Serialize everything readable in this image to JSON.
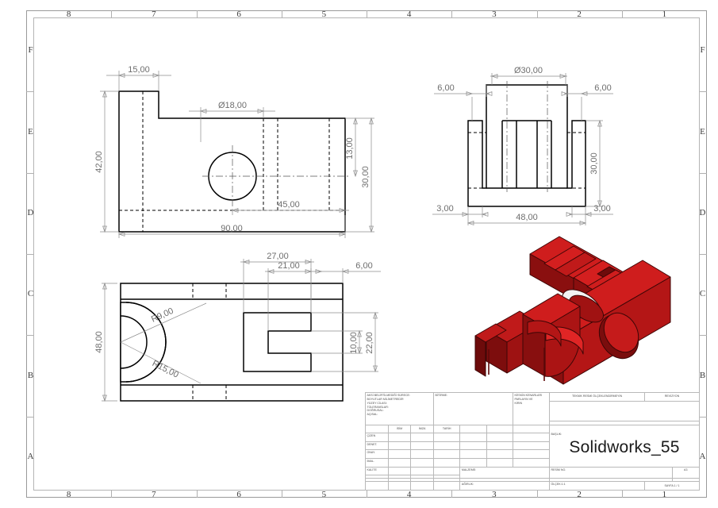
{
  "sheet": {
    "format": "A3",
    "zone_columns": [
      "8",
      "7",
      "6",
      "5",
      "4",
      "3",
      "2",
      "1"
    ],
    "zone_rows": [
      "F",
      "E",
      "D",
      "C",
      "B",
      "A"
    ]
  },
  "colors": {
    "iso_light": "#d41f1f",
    "iso_mid": "#b01414",
    "iso_dark": "#8a0f0f",
    "iso_darker": "#6d0b0b",
    "iso_edge": "#3d0606",
    "dim_gray": "#6e6e6e",
    "frame_gray": "#b0b0b0"
  },
  "views": {
    "front": {
      "name": "front-view",
      "dimensions": {
        "width_step": "15,00",
        "height_total": "42,00",
        "hole_dia": "Ø18,00",
        "slot_depth": "13,00",
        "slot_height": "30,00",
        "hole_pos": "45,00",
        "length": "90,00"
      }
    },
    "right": {
      "name": "right-side-view",
      "dimensions": {
        "bore_dia": "Ø30,00",
        "left_offset": "6,00",
        "right_offset": "6,00",
        "height": "30,00",
        "left_foot": "3,00",
        "right_foot": "3,00",
        "width": "48,00"
      }
    },
    "top": {
      "name": "top-view",
      "dimensions": {
        "width": "48,00",
        "radius_inner": "R9,00",
        "radius_outer": "R15,00",
        "slot_outer": "27,00",
        "slot_inner": "21,00",
        "edge": "6,00",
        "slot_narrow": "10,00",
        "slot_wide": "22,00"
      }
    },
    "iso": {
      "name": "isometric-view"
    }
  },
  "title_block": {
    "notes": {
      "line1": "AKSİ BELİRTİLMEDİĞİ SÜRECE:",
      "line2": "BOYUTLAR MİLİMETREDİR",
      "line3": "YÜZEY CİLASI:",
      "line4": "TOLERANSLAR:",
      "line5": "   DOĞRUSAL:",
      "line6": "   AÇISAL:"
    },
    "bitirme": "BİTİRME:",
    "sharp_edges": {
      "line1": "KESKİN KENARLARI",
      "line2": "PARLAYIN VE",
      "line3": "KIRIN"
    },
    "do_not_scale": "TEKNİK RESMİ ÖLÇEKLENDİRMEYİN",
    "revision": "REVİZYON",
    "columns": {
      "isim": "İSİM",
      "imza": "İMZA",
      "tarih": "TARİH"
    },
    "rows": {
      "cizen": "ÇİZEN",
      "denet": "DENET.",
      "onay": "ONAY.",
      "imal": "İMAL.",
      "kalite": "KALİTE"
    },
    "baslik_label": "BAŞLIK:",
    "drawing_title": "Solidworks_55",
    "malzeme": "MALZEME:",
    "resim_no": "RESİM NO.",
    "agirlik": "AĞIRLIK:",
    "olcek": "ÖLÇEK:1:1",
    "sayfa": "SAYFA 1 / 1",
    "format": "A3"
  }
}
